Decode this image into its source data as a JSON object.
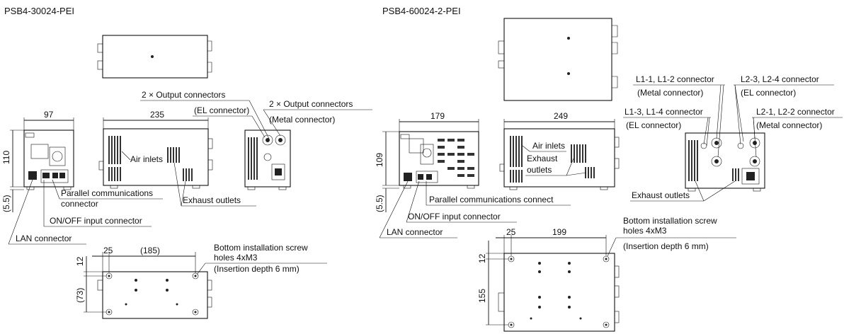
{
  "left": {
    "title": "PSB4-30024-PEI",
    "dims": {
      "width": "97",
      "depth": "235",
      "height": "110",
      "foot": "(5.5)",
      "b12": "12",
      "b25": "25",
      "b185": "(185)",
      "b73": "(73)"
    },
    "labels": {
      "out_el": "2 × Output connectors",
      "out_el_sub": "(EL connector)",
      "out_metal": "2 × Output connectors",
      "out_metal_sub": "(Metal connector)",
      "air": "Air inlets",
      "exhaust": "Exhaust outlets",
      "parallel": "Parallel communications",
      "parallel2": "connector",
      "onoff": "ON/OFF input connector",
      "lan": "LAN connector",
      "screw1": "Bottom installation screw",
      "screw2": "holes 4xM3",
      "screw3": "(Insertion depth 6 mm)"
    }
  },
  "right": {
    "title": "PSB4-60024-2-PEI",
    "dims": {
      "width": "179",
      "depth": "249",
      "height": "109",
      "foot": "(5.5)",
      "b12": "12",
      "b25": "25",
      "b199": "199",
      "b155": "155"
    },
    "labels": {
      "l11": "L1-1, L1-2 connector",
      "l11_sub": "(Metal connector)",
      "l23": "L2-3, L2-4 connector",
      "l23_sub": "(EL connector)",
      "l13": "L1-3, L1-4 connector",
      "l13_sub": "(EL connector)",
      "l21": "L2-1, L2-2 connector",
      "l21_sub": "(Metal connector)",
      "air": "Air inlets",
      "exhaust_a": "Exhaust",
      "exhaust_b": "outlets",
      "exhaust_rear": "Exhaust outlets",
      "parallel": "Parallel communications connect",
      "onoff": "ON/OFF input connector",
      "lan": "LAN connector",
      "screw1": "Bottom installation screw",
      "screw2": "holes 4xM3",
      "screw3": "(Insertion depth 6 mm)"
    }
  }
}
